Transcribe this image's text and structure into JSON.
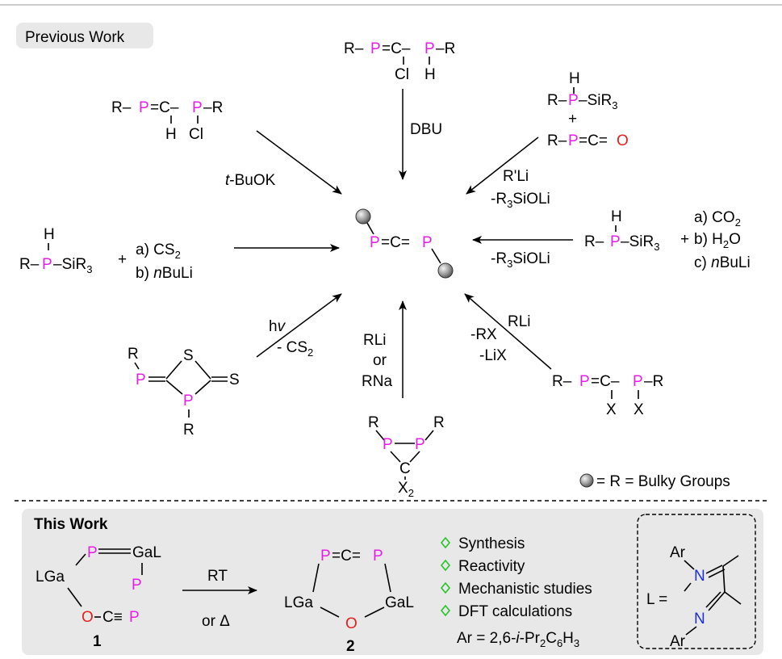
{
  "previous": {
    "label": "Previous Work",
    "center": {
      "p1": "P",
      "eq": "=C=",
      "p2": "P"
    },
    "top": {
      "r": "R–",
      "p1": "P",
      "eq": "=C–",
      "p2": "P",
      "r2": "–R",
      "cl": "Cl",
      "h": "H",
      "reagent": "DBU"
    },
    "top_left": {
      "r": "R–",
      "p1": "P",
      "eq": "=C–",
      "p2": "P",
      "r2": "–R",
      "h": "H",
      "cl": "Cl",
      "reagent_it": "t",
      "reagent": "-BuOK"
    },
    "top_right": {
      "h": "H",
      "r": "R–",
      "p": "P",
      "si": "–SiR",
      "si_sub": "3",
      "plus": "+",
      "r2": "R–",
      "p2": "P",
      "eq": "=C=",
      "o": "O",
      "reagent1": "R'Li",
      "reagent2": "-R",
      "reagent2_sub": "3",
      "reagent2_end": "SiOLi"
    },
    "left": {
      "h": "H",
      "r": "R–",
      "p": "P",
      "si": "–SiR",
      "si_sub": "3",
      "plus": "+",
      "step_a": "a) CS",
      "step_a_sub": "2",
      "step_b": "b) ",
      "step_b_it": "n",
      "step_b_end": "BuLi"
    },
    "right": {
      "h": "H",
      "r": "R–",
      "p": "P",
      "si": "–SiR",
      "si_sub": "3",
      "plus": "+",
      "step_a": "a) CO",
      "step_a_sub": "2",
      "step_b": "b) H",
      "step_b_sub": "2",
      "step_b_end": "O",
      "step_c": "c) ",
      "step_c_it": "n",
      "step_c_end": "BuLi",
      "reagent": "-R",
      "reagent_sub": "3",
      "reagent_end": "SiOLi"
    },
    "bottom_left": {
      "r": "R",
      "p": "P",
      "s1": "S",
      "s2": "S",
      "p2": "P",
      "r2": "R",
      "reagent1": "h",
      "reagent1_it": "v",
      "reagent2": "- CS",
      "reagent2_sub": "2"
    },
    "bottom": {
      "r1": "R",
      "p1": "P",
      "p2": "P",
      "r2": "R",
      "c": "C",
      "x": "X",
      "x_sub": "2",
      "reagent1": "RLi",
      "reagent2": "or",
      "reagent3": "RNa"
    },
    "bottom_right": {
      "r": "R–",
      "p1": "P",
      "eq": "=C–",
      "p2": "P",
      "r2": "–R",
      "x1": "X",
      "x2": "X",
      "reagent1": "RLi",
      "reagent2": "-RX",
      "reagent3": "-LiX"
    },
    "legend": "= R = Bulky Groups"
  },
  "this_work": {
    "label": "This Work",
    "cmpd1": {
      "p_top": "P",
      "gal": "GaL",
      "lga": "LGa",
      "o": "O",
      "cp": "C≡",
      "p_bot": "P",
      "num": "1"
    },
    "arrow_top": "RT",
    "arrow_bottom": "or Δ",
    "cmpd2": {
      "p1": "P",
      "eq": "=C=",
      "p2": "P",
      "lga": "LGa",
      "gal": "GaL",
      "o": "O",
      "num": "2"
    },
    "bullets": [
      "Synthesis",
      "Reactivity",
      "Mechanistic studies",
      "DFT calculations"
    ],
    "bullet_icon": "diamond-icon",
    "ar_def": "Ar = 2,6-",
    "ar_def_it": "i",
    "ar_def_end": "-Pr",
    "ar_sub1": "2",
    "ar_c": "C",
    "ar_sub2": "6",
    "ar_h": "H",
    "ar_sub3": "3",
    "ligand": {
      "ar1": "Ar",
      "n1": "N",
      "l_eq": "L =",
      "n2": "N",
      "ar2": "Ar"
    }
  },
  "colors": {
    "phosphorus": "#e61ee6",
    "oxygen": "#e52020",
    "nitrogen": "#1f2fd6",
    "bullet": "#27c427",
    "box_bg": "#e8e8e8"
  }
}
